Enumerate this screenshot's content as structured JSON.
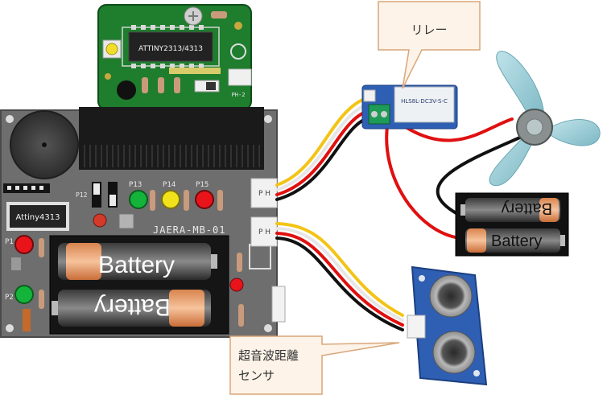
{
  "callouts": {
    "relay": "リレー",
    "sensor_line1": "超音波距離",
    "sensor_line2": "センサ"
  },
  "board": {
    "name": "JAERA-MB-01",
    "chip": "Attiny4313",
    "led_labels": [
      "P13",
      "P14",
      "P15",
      "P12",
      "P1",
      "P2"
    ],
    "ph_label": "P H"
  },
  "top_module": {
    "chip": "ATTINY2313/4313",
    "caption": "PH-2"
  },
  "relay_module": {
    "marking": "HLS8L-DC3V-S-C"
  },
  "batteries": {
    "label": "Battery"
  },
  "colors": {
    "callout_fill": "#fdf3e8",
    "callout_stroke": "#d9a679",
    "wire_red": "#e01010",
    "wire_black": "#111111",
    "wire_yellow": "#f3c417",
    "wire_white": "#e6e6e6",
    "pcb_gray": "#6e6e6e",
    "pcb_green": "#1c7a2c",
    "module_blue": "#2f5fb3"
  }
}
